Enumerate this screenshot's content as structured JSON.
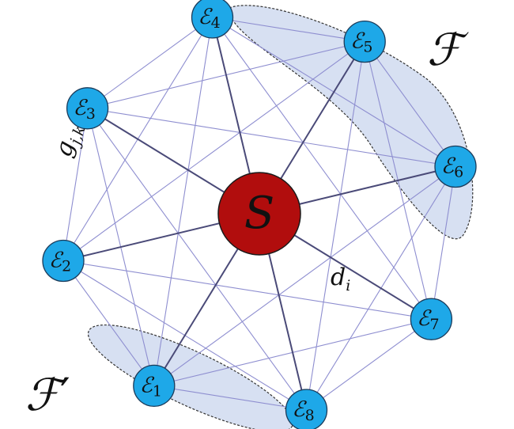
{
  "diagram": {
    "center": {
      "label": "S",
      "fill": "#b10d0d"
    },
    "nodes": [
      {
        "id": "E1",
        "base": "ℰ",
        "sub": "1"
      },
      {
        "id": "E2",
        "base": "ℰ",
        "sub": "2"
      },
      {
        "id": "E3",
        "base": "ℰ",
        "sub": "3"
      },
      {
        "id": "E4",
        "base": "ℰ",
        "sub": "4"
      },
      {
        "id": "E5",
        "base": "ℰ",
        "sub": "5"
      },
      {
        "id": "E6",
        "base": "ℰ",
        "sub": "6"
      },
      {
        "id": "E7",
        "base": "ℰ",
        "sub": "7"
      },
      {
        "id": "E8",
        "base": "ℰ",
        "sub": "8"
      }
    ],
    "groups": [
      {
        "id": "F",
        "label": "ℱ",
        "prime": "",
        "members": [
          "E4",
          "E5",
          "E6"
        ]
      },
      {
        "id": "F-prime",
        "label": "ℱ",
        "prime": "′",
        "members": [
          "E1",
          "E8"
        ]
      }
    ],
    "edge_labels": {
      "peer": {
        "base": "g",
        "sub": "j,k"
      },
      "spoke": {
        "base": "d",
        "sub": "i"
      }
    },
    "colors": {
      "node_fill": "#1ea8e8",
      "node_stroke": "#1b3b5a",
      "peer_edge": "#8e8ed0",
      "spoke_edge": "#4a4a78",
      "group_fill": "#c9d6ee"
    }
  }
}
